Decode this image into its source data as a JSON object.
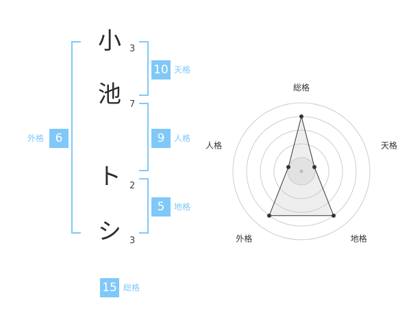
{
  "name": {
    "characters": [
      {
        "char": "小",
        "strokes": "3"
      },
      {
        "char": "池",
        "strokes": "7"
      },
      {
        "char": "ト",
        "strokes": "2"
      },
      {
        "char": "シ",
        "strokes": "3"
      }
    ]
  },
  "fortunes": {
    "tenkaku": {
      "value": "10",
      "label": "天格"
    },
    "jinkaku": {
      "value": "9",
      "label": "人格"
    },
    "chikaku": {
      "value": "5",
      "label": "地格"
    },
    "gaikaku": {
      "value": "6",
      "label": "外格"
    },
    "soukaku": {
      "value": "15",
      "label": "総格"
    }
  },
  "colors": {
    "accent": "#7fc8f8",
    "text": "#333333"
  },
  "chart_data": {
    "type": "radar",
    "axes": [
      "総格",
      "天格",
      "地格",
      "外格",
      "人格"
    ],
    "values": [
      4,
      1,
      4,
      4,
      1
    ],
    "rmax": 5
  }
}
